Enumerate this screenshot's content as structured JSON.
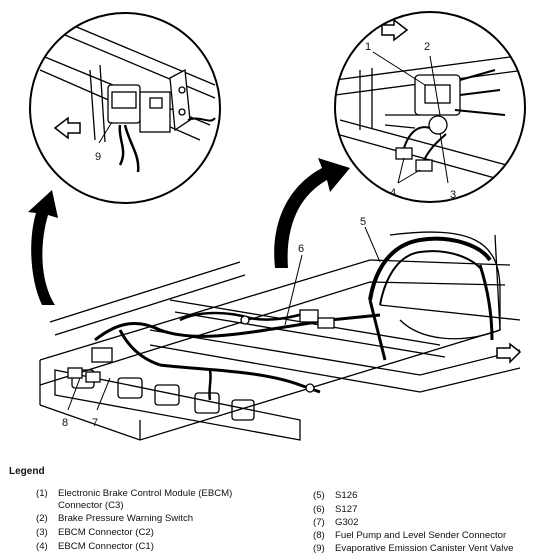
{
  "callouts": [
    "1",
    "2",
    "3",
    "4",
    "5",
    "6",
    "7",
    "8",
    "9"
  ],
  "legend": {
    "title": "Legend",
    "items": [
      {
        "num": "(1)",
        "text": "Electronic Brake Control Module (EBCM)",
        "text2": "Connector (C3)"
      },
      {
        "num": "(2)",
        "text": "Brake Pressure Warning Switch"
      },
      {
        "num": "(3)",
        "text": "EBCM Connector (C2)"
      },
      {
        "num": "(4)",
        "text": "EBCM Connector (C1)"
      },
      {
        "num": "(5)",
        "text": "S126"
      },
      {
        "num": "(6)",
        "text": "S127"
      },
      {
        "num": "(7)",
        "text": "G302"
      },
      {
        "num": "(8)",
        "text": "Fuel Pump and Level Sender Connector"
      },
      {
        "num": "(9)",
        "text": "Evaporative Emission Canister Vent Valve"
      }
    ]
  }
}
